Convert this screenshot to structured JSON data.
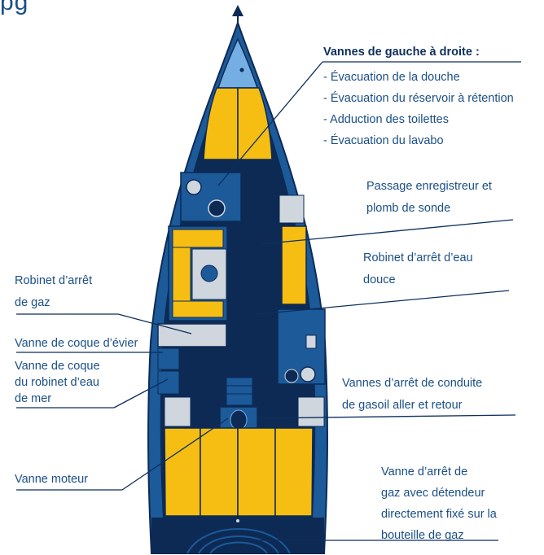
{
  "page_fragment": "pg",
  "valves_block": {
    "heading": "Vannes de gauche à droite :",
    "items": [
      "- Évacuation de la douche",
      "- Évacuation du réservoir à rétention",
      "- Adduction des toilettes",
      "- Évacuation du lavabo"
    ]
  },
  "labels": {
    "log_sounder": [
      "Passage enregistreur et",
      "plomb de sonde"
    ],
    "fresh_water": [
      "Robinet d’arrêt d’eau",
      "douce"
    ],
    "gas_stop": [
      "Robinet d’arrêt",
      "de gaz"
    ],
    "sink_seacock": [
      "Vanne de coque d’évier"
    ],
    "seawater_seacock": [
      "Vanne de coque",
      "du robinet d’eau",
      "de mer"
    ],
    "diesel_valves": [
      "Vannes d’arrêt de conduite",
      "de gasoil aller et retour"
    ],
    "engine_valve": [
      "Vanne moteur"
    ],
    "gas_regulator": [
      "Vanne d’arrêt de",
      "gaz avec détendeur",
      "directement fixé sur la",
      "bouteille de gaz"
    ]
  },
  "colors": {
    "hull_navy": "#0d2a55",
    "hull_blue": "#1c5a99",
    "cushion_yellow": "#f6bd13",
    "fixture_grey": "#cfd6dd",
    "light_blue": "#74aee3",
    "leader_line": "#0d2f5c",
    "text_blue": "#1a4f86"
  }
}
